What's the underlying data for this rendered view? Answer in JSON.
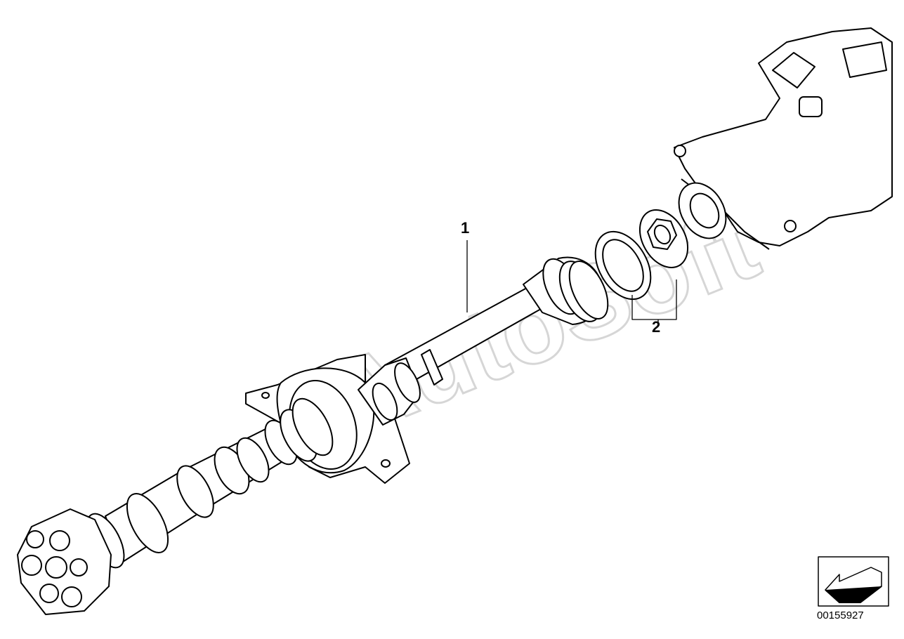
{
  "diagram": {
    "callouts": [
      {
        "label": "1"
      },
      {
        "label": "2"
      }
    ],
    "watermark": "AutoSoft",
    "part_number": "00155927",
    "colors": {
      "line": "#000000",
      "watermark": "#e6e6e6",
      "background": "#ffffff"
    }
  }
}
